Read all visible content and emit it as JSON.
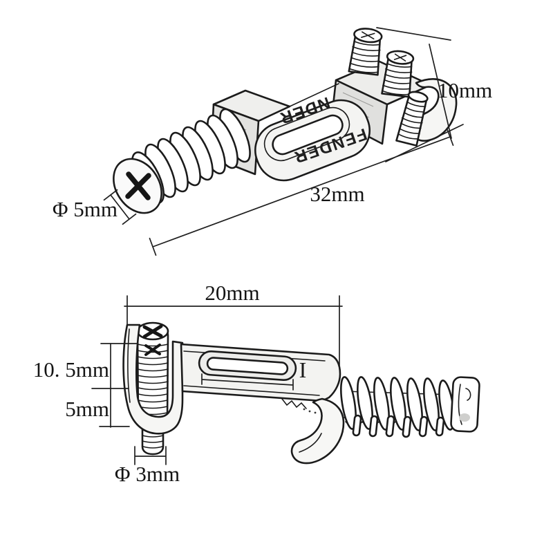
{
  "drawing": {
    "description": "Two-view technical line drawing of a FENDER-style guitar tremolo bridge saddle with dimension callouts",
    "colors": {
      "line": "#1b1b1b",
      "background": "#ffffff",
      "metal_fill": "#f3f3f1",
      "shade_fill": "#e2e2e0"
    }
  },
  "top_view": {
    "dimensions": {
      "screw_head_diameter": "Φ 5mm",
      "overall_length": "32mm",
      "overall_height": "10mm"
    },
    "engravings": {
      "top": "NDER",
      "front": "FENDER"
    }
  },
  "side_view": {
    "dimensions": {
      "saddle_width": "20mm",
      "upper_height": "10. 5mm",
      "lower_height": "5mm",
      "stud_diameter": "Φ 3mm"
    },
    "slot_mark": "I"
  }
}
